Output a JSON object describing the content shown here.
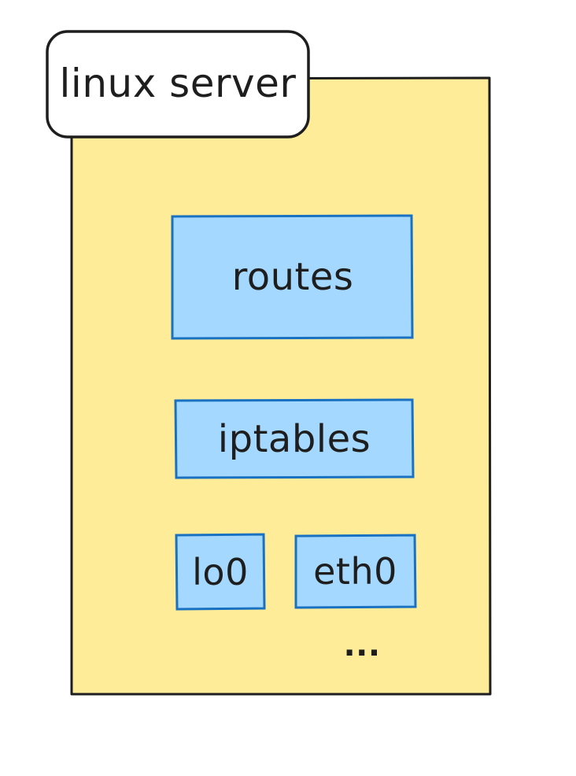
{
  "colors": {
    "server_fill": "#ffec99",
    "component_fill": "#a5d8ff",
    "component_stroke": "#1971c2",
    "stroke": "#1e1e1e",
    "title_fill": "#ffffff"
  },
  "diagram": {
    "server": {
      "title": "linux server"
    },
    "components": {
      "routes": "routes",
      "iptables": "iptables",
      "lo0": "lo0",
      "eth0": "eth0",
      "more": "..."
    }
  }
}
